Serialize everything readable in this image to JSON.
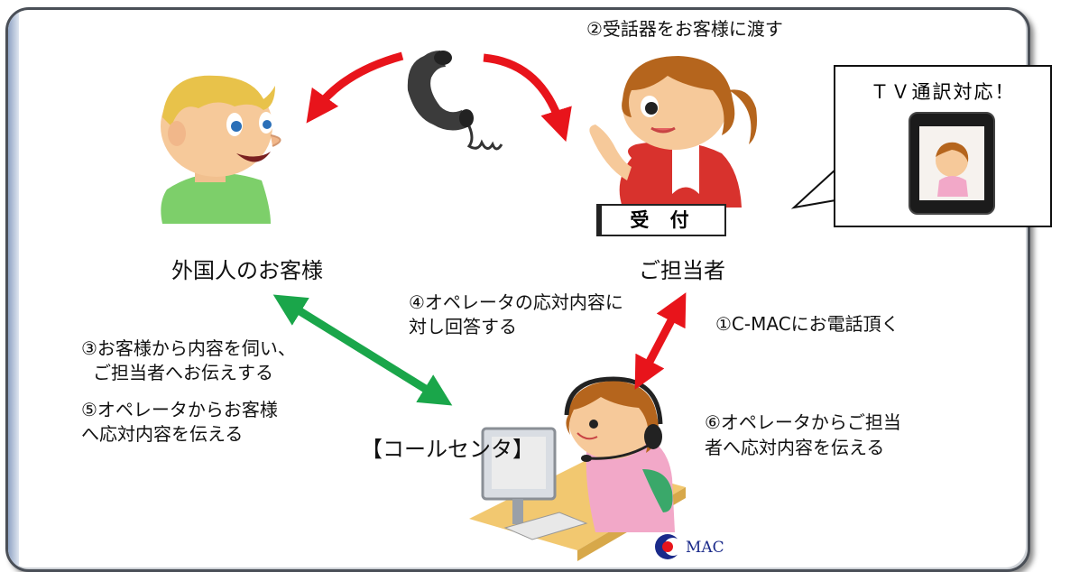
{
  "labels": {
    "step2": "②受話器をお客様に渡す",
    "customer": "外国人のお客様",
    "staff": "ご担当者",
    "step4_line1": "④オペレータの応対内容に",
    "step4_line2": "対し回答する",
    "step1": "①C-MACにお電話頂く",
    "step3_line1": "③お客様から内容を伺い、",
    "step3_line2": "ご担当者へお伝えする",
    "step5_line1": "⑤オペレータからお客様",
    "step5_line2": "へ応対内容を伝える",
    "callcenter": "【コールセンタ】",
    "step6_line1": "⑥オペレータからご担当",
    "step6_line2": "者へ応対内容を伝える",
    "reception_sign": "受 付",
    "tv_interpret": "ＴＶ通訳対応！",
    "logo_text": "MAC"
  },
  "colors": {
    "red_arrow": "#e8141b",
    "green_arrow": "#1aa64a",
    "frame": "#4a4f57"
  }
}
